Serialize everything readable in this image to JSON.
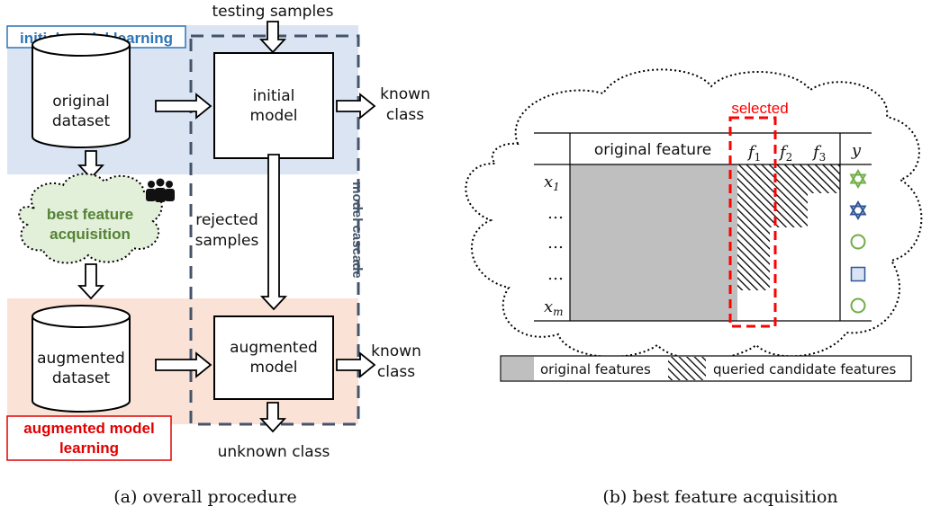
{
  "panel_a": {
    "caption": "(a) overall procedure",
    "initial_learning_label": "initial model learning",
    "augmented_learning_label_line1": "augmented model",
    "augmented_learning_label_line2": "learning",
    "testing_samples": "testing samples",
    "original_dataset_line1": "original",
    "original_dataset_line2": "dataset",
    "initial_model_line1": "initial",
    "initial_model_line2": "model",
    "known_class_1_line1": "known",
    "known_class_1_line2": "class",
    "best_feature_line1": "best feature",
    "best_feature_line2": "acquisition",
    "rejected_line1": "rejected",
    "rejected_line2": "samples",
    "model_cascade": "model cascade",
    "augmented_dataset_line1": "augmented",
    "augmented_dataset_line2": "dataset",
    "augmented_model_line1": "augmented",
    "augmented_model_line2": "model",
    "known_class_2_line1": "known",
    "known_class_2_line2": "class",
    "unknown_class": "unknown class",
    "colors": {
      "initial_bg": "#dbe4f3",
      "augmented_bg": "#fbe2d6",
      "cloud_fill": "#e2efd9",
      "blue_label": "#2e75b6",
      "red_label": "#e00000",
      "green_text": "#548235",
      "cascade_border": "#44546a"
    }
  },
  "panel_b": {
    "caption": "(b) best feature acquisition",
    "selected": "selected",
    "header_original_feature": "original feature",
    "header_f1": "f",
    "header_f1_sub": "1",
    "header_f2": "f",
    "header_f2_sub": "2",
    "header_f3": "f",
    "header_f3_sub": "3",
    "header_y": "y",
    "row_labels": [
      {
        "main": "x",
        "sub": "1"
      },
      {
        "main": "…",
        "sub": ""
      },
      {
        "main": "…",
        "sub": ""
      },
      {
        "main": "…",
        "sub": ""
      },
      {
        "main": "x",
        "sub": "m"
      }
    ],
    "y_symbols": [
      "green-star",
      "blue-star",
      "green-circle",
      "blue-square",
      "green-circle"
    ],
    "legend_original": "original features",
    "legend_queried": "queried candidate features",
    "colors": {
      "original_fill": "#bfbfbf",
      "selected_border": "#ff0000",
      "symbol_green": "#70ad47",
      "symbol_blue": "#2f5597",
      "square_fill": "#dae3f3"
    }
  }
}
